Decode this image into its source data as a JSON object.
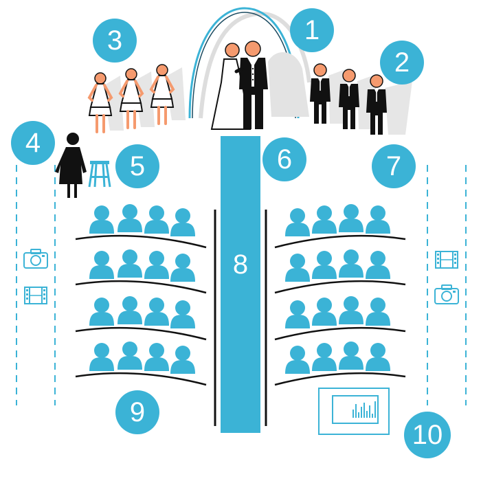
{
  "colors": {
    "accent": "#3bb3d6",
    "bridesmaid_skin": "#f59a6e",
    "dark": "#111111",
    "shadow": "#d6d6d6"
  },
  "labels": {
    "n1": "1",
    "n2": "2",
    "n3": "3",
    "n4": "4",
    "n5": "5",
    "n6": "6",
    "n7": "7",
    "n8": "8",
    "n9": "9",
    "n10": "10"
  },
  "icons": [
    "wedding-arch-icon",
    "bride-icon",
    "groom-icon",
    "groomsman-icon",
    "bridesmaid-icon",
    "officiant-icon",
    "stool-icon",
    "guest-icon",
    "camera-icon",
    "film-icon",
    "sound-board-icon"
  ]
}
